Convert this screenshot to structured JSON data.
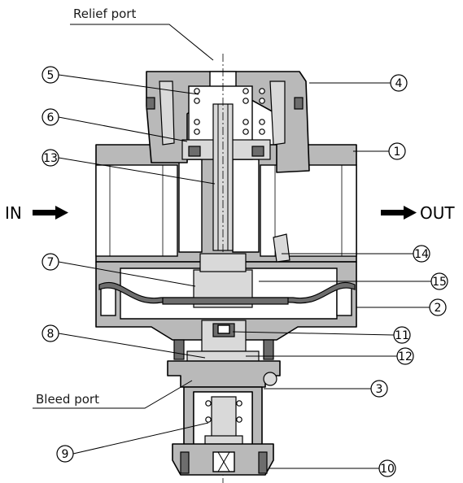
{
  "labels": {
    "relief_port": "Relief port",
    "bleed_port": "Bleed port",
    "inlet": "IN",
    "outlet": "OUT"
  },
  "callouts": [
    {
      "id": "1",
      "text": "1"
    },
    {
      "id": "2",
      "text": "2"
    },
    {
      "id": "3",
      "text": "3"
    },
    {
      "id": "4",
      "text": "4"
    },
    {
      "id": "5",
      "text": "5"
    },
    {
      "id": "6",
      "text": "6"
    },
    {
      "id": "7",
      "text": "7"
    },
    {
      "id": "8",
      "text": "8"
    },
    {
      "id": "9",
      "text": "9"
    },
    {
      "id": "10",
      "text": "10"
    },
    {
      "id": "11",
      "text": "11"
    },
    {
      "id": "12",
      "text": "12"
    },
    {
      "id": "13",
      "text": "13"
    },
    {
      "id": "14",
      "text": "14"
    },
    {
      "id": "15",
      "text": "15"
    }
  ]
}
